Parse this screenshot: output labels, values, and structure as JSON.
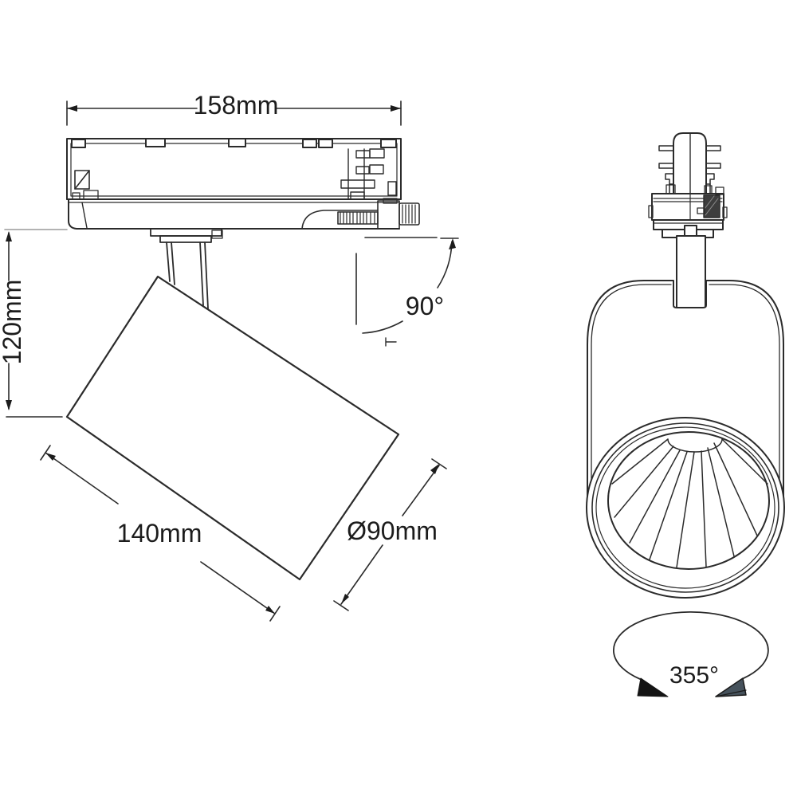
{
  "dimensions": {
    "track_adapter_width": "158mm",
    "overall_height": "120mm",
    "body_length": "140mm",
    "head_diameter": "Ø90mm",
    "tilt_angle": "90°",
    "rotation_angle": "355°"
  },
  "colors": {
    "line": "#2b2b2b",
    "background": "#ffffff",
    "extension_line": "#9a9a9a",
    "rotation_arrow_left_fill": "#141414",
    "rotation_arrow_right_fill": "#46525c"
  }
}
